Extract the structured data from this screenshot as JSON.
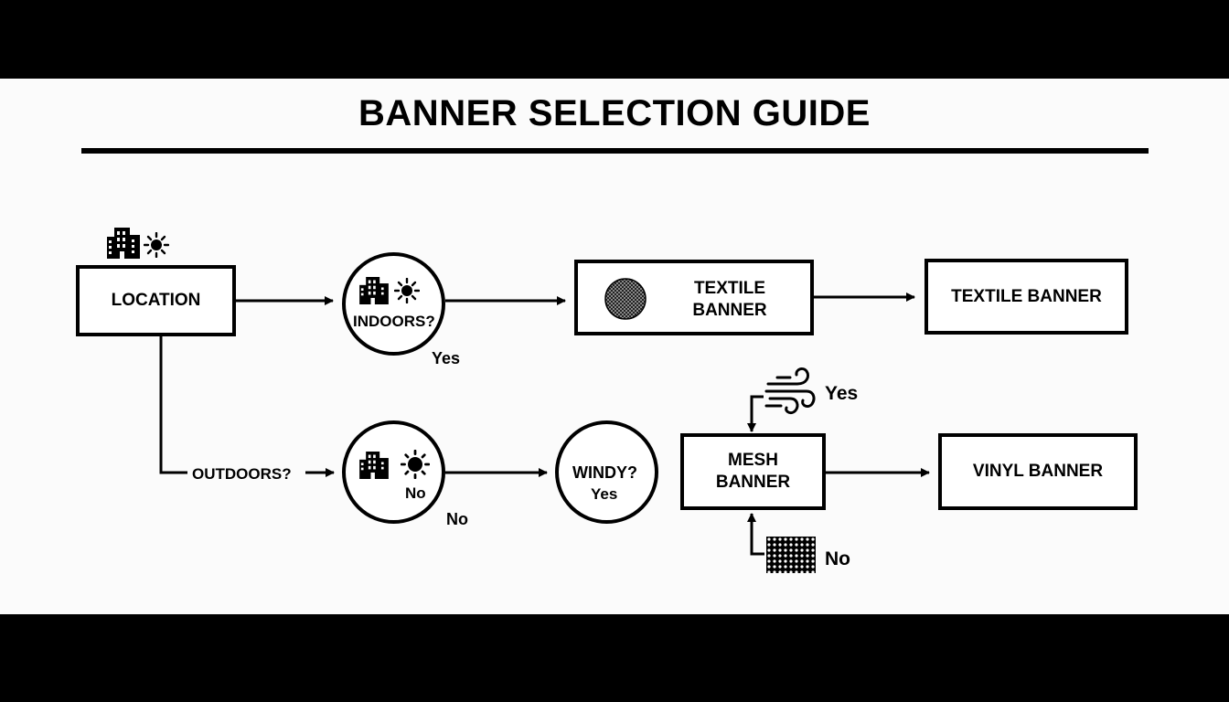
{
  "title": "BANNER SELECTION GUIDE",
  "nodes": {
    "location": "LOCATION",
    "indoors_q": "INDOORS?",
    "outdoors_q": "OUTDOORS?",
    "windy_q": "WINDY?",
    "textile_middle": [
      "TEXTILE",
      "BANNER"
    ],
    "textile_result": "TEXTILE BANNER",
    "mesh": [
      "MESH",
      "BANNER"
    ],
    "vinyl_result": "VINYL BANNER"
  },
  "edge_labels": {
    "indoors_yes": "Yes",
    "outdoors_circle_no": "No",
    "outdoors_no": "No",
    "windy_yes": "Yes",
    "wind_yes": "Yes",
    "mesh_no": "No"
  },
  "icons": [
    "building-icon",
    "sun-icon",
    "wind-icon",
    "textile-swatch-icon",
    "mesh-swatch-icon"
  ],
  "colors": {
    "background": "#fbfbfb",
    "ink": "#000000",
    "letterbox": "#000000"
  }
}
